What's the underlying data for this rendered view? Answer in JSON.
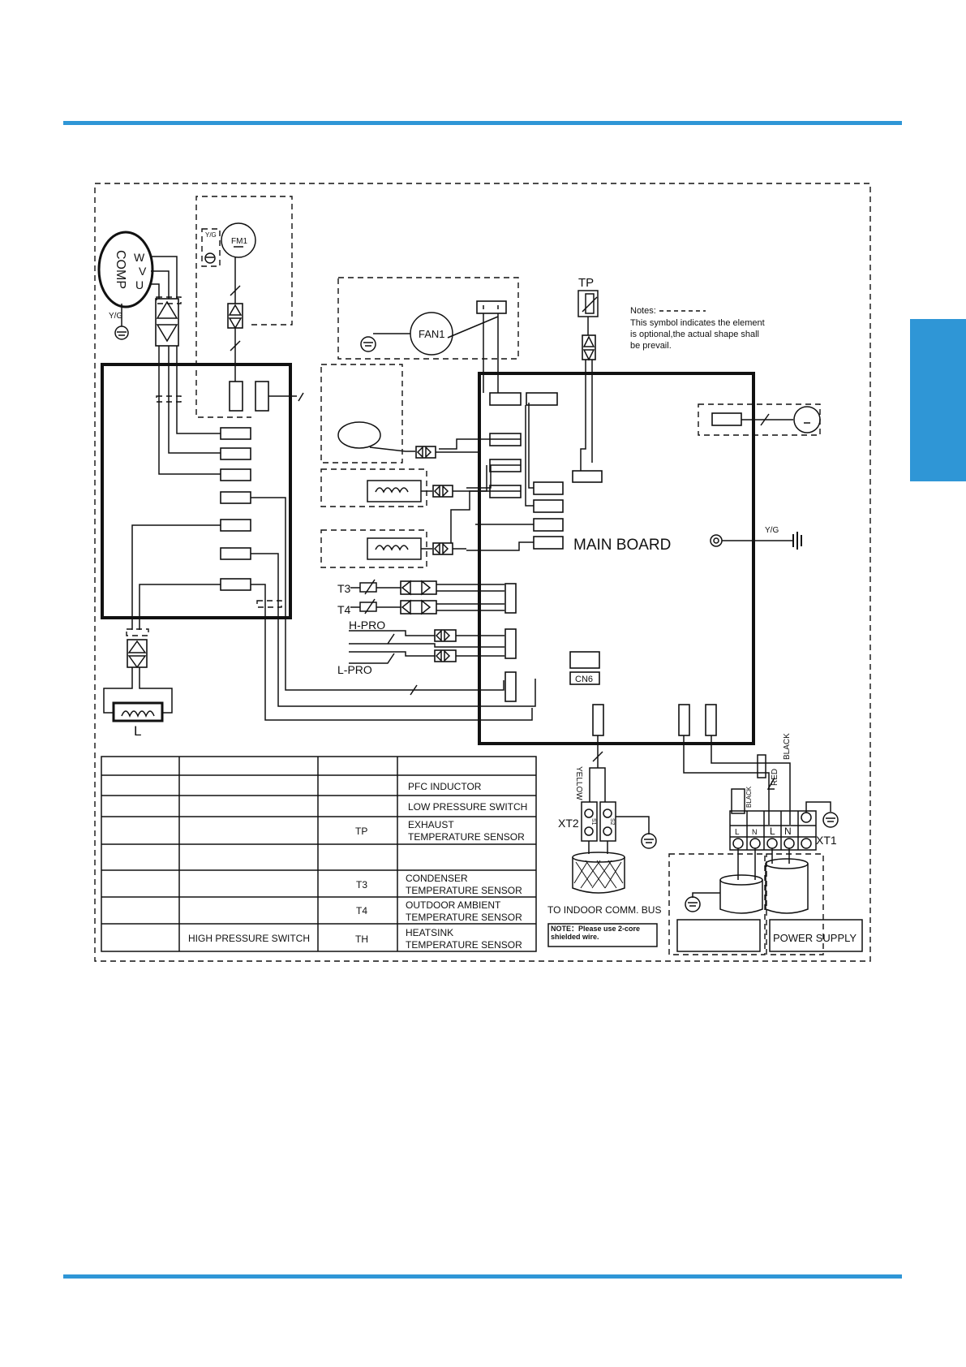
{
  "page": {
    "accent_color": "#2f96d6"
  },
  "diagram": {
    "labels": {
      "comp": "COMP",
      "w": "W",
      "v": "V",
      "u": "U",
      "yg": "Y/G",
      "fm1": "FM1",
      "fan1": "FAN1",
      "tp": "TP",
      "main_board": "MAIN  BOARD",
      "t3": "T3",
      "t4": "T4",
      "hpro": "H-PRO",
      "lpro": "L-PRO",
      "cn6": "CN6",
      "inductor": "L",
      "xt1": "XT1",
      "xt2": "XT2",
      "yellow": "YELLOW",
      "red": "RED",
      "black": "BLACK",
      "to_indoor": "TO INDOOR COMM. BUS",
      "note_wire": "NOTE：Please use 2-core shielded wire.",
      "power_supply": "POWER SUPPLY",
      "terminal_l": "L",
      "terminal_n": "N",
      "s1": "S1",
      "s2": "S2"
    },
    "notes": {
      "title": "Notes:",
      "line1": "This symbol indicates the element",
      "line2": "is  optional,the actual shape shall",
      "line3": "be prevail."
    }
  },
  "legend_table": {
    "rows": [
      {
        "code1": "",
        "desc1": "",
        "code2": "",
        "desc2": ""
      },
      {
        "code1": "",
        "desc1": "",
        "code2": "",
        "desc2": "PFC INDUCTOR"
      },
      {
        "code1": "",
        "desc1": "",
        "code2": "",
        "desc2": "LOW PRESSURE SWITCH"
      },
      {
        "code1": "",
        "desc1": "",
        "code2": "TP",
        "desc2a": "EXHAUST",
        "desc2b": "TEMPERATURE SENSOR"
      },
      {
        "code1": "",
        "desc1": "",
        "code2": "",
        "desc2": ""
      },
      {
        "code1": "",
        "desc1": "",
        "code2": "T3",
        "desc2a": "CONDENSER",
        "desc2b": "TEMPERATURE SENSOR"
      },
      {
        "code1": "",
        "desc1": "",
        "code2": "T4",
        "desc2a": "OUTDOOR AMBIENT",
        "desc2b": "TEMPERATURE SENSOR"
      },
      {
        "code1": "",
        "desc1": "HIGH PRESSURE SWITCH",
        "code2": "TH",
        "desc2a": "HEATSINK",
        "desc2b": "TEMPERATURE SENSOR"
      }
    ]
  }
}
